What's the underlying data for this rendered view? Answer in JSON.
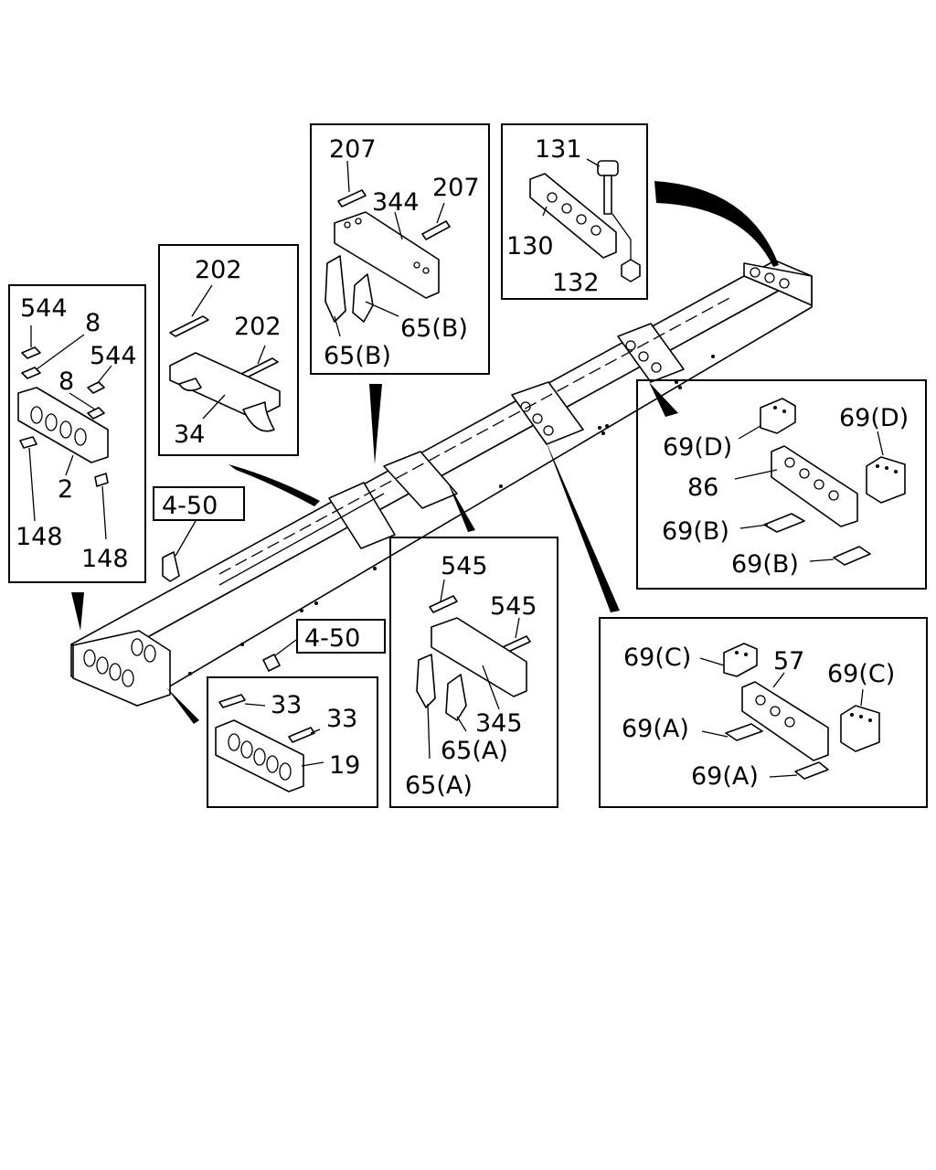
{
  "colors": {
    "line": "#000000",
    "background": "#ffffff"
  },
  "labels": {
    "p544a": "544",
    "p8a": "8",
    "p544b": "544",
    "p8b": "8",
    "p2": "2",
    "p148a": "148",
    "p148b": "148",
    "p202a": "202",
    "p202b": "202",
    "p34": "34",
    "p207a": "207",
    "p207b": "207",
    "p344": "344",
    "p65b1": "65(B)",
    "p65b2": "65(B)",
    "p131": "131",
    "p130": "130",
    "p132": "132",
    "p69d1": "69(D)",
    "p69d2": "69(D)",
    "p86": "86",
    "p69b1": "69(B)",
    "p69b2": "69(B)",
    "ref1": "4-50",
    "ref2": "4-50",
    "p545a": "545",
    "p545b": "545",
    "p345": "345",
    "p65a1": "65(A)",
    "p65a2": "65(A)",
    "p33a": "33",
    "p33b": "33",
    "p19": "19",
    "p69c1": "69(C)",
    "p69c2": "69(C)",
    "p57": "57",
    "p69a1": "69(A)",
    "p69a2": "69(A)"
  }
}
